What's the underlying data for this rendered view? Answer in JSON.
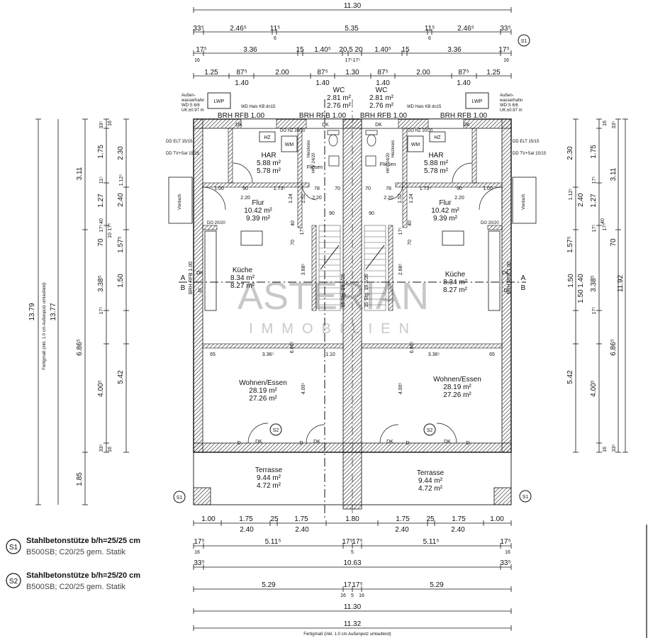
{
  "watermark": {
    "line1": "ASTERIAN",
    "line2": "IMMOBILIEN"
  },
  "dims_top": {
    "overall": "11.30",
    "row1": [
      "33⁵",
      "2.46⁵",
      "11⁵",
      "5.35",
      "11⁵",
      "2.46⁵",
      "33⁵"
    ],
    "row1_sub": [
      "6",
      "6"
    ],
    "row2": [
      "17⁵",
      "3.36",
      "15",
      "1.40⁵",
      "20.5",
      "20",
      "1.40⁵",
      "15",
      "3.36",
      "17⁵"
    ],
    "row2_sub": [
      "16",
      "17⁵",
      "17⁵",
      "16"
    ],
    "row3": [
      "1.25",
      "87⁵",
      "2.00",
      "87⁵",
      "1.30",
      "87⁵",
      "2.00",
      "87⁵",
      "1.25"
    ],
    "row3_sub": [
      "1.40",
      "1.40",
      "1.40",
      "1.40"
    ]
  },
  "dims_bottom": {
    "row1": [
      "1.00",
      "1.75",
      "25",
      "1.75",
      "1.80",
      "1.75",
      "25",
      "1.75",
      "1.00"
    ],
    "row1_sub": [
      "2.40",
      "2.40",
      "2.40",
      "2.40"
    ],
    "row2": [
      "17⁵",
      "5.11⁵",
      "17⁵",
      "17⁵",
      "5.11⁵",
      "17⁵"
    ],
    "row2_sub": [
      "16",
      "5",
      "16"
    ],
    "row3": [
      "33⁵",
      "10.63",
      "33⁵"
    ],
    "row4": [
      "5.29",
      "17",
      "17⁵",
      "5.29"
    ],
    "row4_sub": [
      "16",
      "5",
      "16"
    ],
    "row5": "11.30",
    "row6": "11.32",
    "fertigmass": "Fertigmaß (inkl. 1.0 cm Außenputz umlaufend)"
  },
  "dims_left": {
    "outer1": "13.79",
    "outer2": "13.77",
    "outer_label": "Fertigmaß (inkl. 1.0 cm Außenputz umlaufend)",
    "col_a": [
      "3.11",
      "6.86⁵",
      "1.85"
    ],
    "col_b": [
      "33⁵",
      "1.75",
      "1.27",
      "70",
      "3.38⁵",
      "4.00⁵",
      "33⁵"
    ],
    "col_b_small": [
      "11⁵",
      "40",
      "17⁵",
      "17⁵"
    ],
    "col_c": [
      "2.30",
      "2.40",
      "1.57⁵",
      "1.50",
      "5.42"
    ],
    "col_c_small": [
      "16",
      "1.12⁵",
      "17⁵",
      "10",
      "16"
    ]
  },
  "dims_right": {
    "outer": "11.92",
    "col_a": [
      "33⁵",
      "3.11",
      "70",
      "3.38⁵",
      "6.86⁵",
      "33⁵"
    ],
    "col_b": [
      "1.75",
      "1.27",
      "1.40",
      "1.50",
      "4.00⁵"
    ],
    "col_b_small": [
      "17⁵",
      "40",
      "17⁵",
      "17⁵"
    ],
    "col_c": [
      "2.30",
      "2.40",
      "1.57⁵",
      "1.50",
      "5.42"
    ],
    "col_c_small": [
      "16",
      "1.12⁵",
      "17⁵",
      "16"
    ]
  },
  "rooms_left": {
    "har": {
      "name": "HAR",
      "a1": "5.88 m²",
      "a2": "5.78 m²"
    },
    "wc": {
      "name": "WC",
      "a1": "2.81 m²",
      "a2": "2.76 m²"
    },
    "flur": {
      "name": "Flur",
      "a1": "10.42 m²",
      "a2": "9.39 m²"
    },
    "kueche": {
      "name": "Küche",
      "a1": "8.34 m²",
      "a2": "8.27 m²"
    },
    "wohnen": {
      "name": "Wohnen/Essen",
      "a1": "28.19 m²",
      "a2": "27.26 m²"
    },
    "terrasse": {
      "name": "Terrasse",
      "a1": "9.44 m²",
      "a2": "4.72 m²"
    }
  },
  "rooms_right": {
    "har": {
      "name": "HAR",
      "a1": "5.88 m²",
      "a2": "5.78 m²"
    },
    "wc": {
      "name": "WC",
      "a1": "2.81 m²",
      "a2": "2.76 m²"
    },
    "flur": {
      "name": "Flur",
      "a1": "10.42 m²",
      "a2": "9.39 m²"
    },
    "kueche": {
      "name": "Küche",
      "a1": "8.34 m²",
      "a2": "8.27 m²"
    },
    "wohnen": {
      "name": "Wohnen/Essen",
      "a1": "28.19 m²",
      "a2": "27.26 m²"
    },
    "terrasse": {
      "name": "Terrasse",
      "a1": "9.44 m²",
      "a2": "4.72 m²"
    }
  },
  "interior_dims": {
    "brh_rfb_1": "BRH RFB 1.00",
    "brh_rfb_2": "BRH RFB 1.00",
    "brh_rfb_3": "BRH RFB 1.00",
    "brh_rfb_4": "BRH RFB 1.00",
    "brh_side_l": "BRH RFB 1.00",
    "brh_side_r": "BRH RFB 1.00",
    "w100_l": "1.00",
    "w173_l": "1.73⁵",
    "w90_l": "90",
    "w220_l": "2.20",
    "w124_l": "1.24",
    "w152_l": "1.52",
    "w78_l": "78",
    "w70_l": "70",
    "w220b_l": "2.20",
    "w100_r": "1.00",
    "w173_r": "1.73⁵",
    "w90_r": "90",
    "w220_r": "2.20",
    "w124_r": "1.24",
    "w152_r": "1.52",
    "w78_r": "78",
    "w70_r": "70",
    "w220b_r": "2.20",
    "w90_stair_l": "90",
    "w90_stair_r": "90",
    "w40_l": "40",
    "w70s_l": "70",
    "w17_l": "17⁵",
    "w40_r": "40",
    "w70s_r": "70",
    "w17_r": "17⁵",
    "w368_l": "3.68⁵",
    "w268_r": "2.68⁵",
    "w65_l": "65",
    "w336_l": "3.36⁵",
    "w110": "1.10",
    "w336_r": "3.36⁵",
    "w65_r": "65",
    "w686_l": "6.86⁵",
    "w400_l": "4.00⁵",
    "w686_r": "6.86⁵",
    "w400_r": "4.00⁵",
    "stair_l": "15 Stg. 19.1/26",
    "stair_r": "15 Stg. 19.1/26",
    "ab_a": "A",
    "ab_b": "B",
    "ab_a2": "A",
    "ab_b2": "B"
  },
  "fixtures": {
    "lwp": "LWP",
    "hz": "HZ",
    "wm": "WM",
    "dk": "DK",
    "d": "D",
    "fliesen": "Fliesen",
    "vordach": "Vordach",
    "aussenwasserhahn": "Außen-",
    "aussenwasserhahn2": "wasserhahn",
    "aussenwasserhahn3": "WD:S 6/6",
    "aussenwasserhahn4": "UK:±0.97 m",
    "wd_hals": "WD Hals KB dn15",
    "dd_elt": "DD ELT 15/15",
    "dd_tv": "DD TV+Sat 15/15",
    "do_hz": "DO HZ 20/20",
    "do_2020": "DO 20/20",
    "heizkreis": "Heizkreis",
    "hkv": "HKV 24/20",
    "s1": "S1",
    "s2": "S2"
  },
  "legend": [
    {
      "symbol": "S1",
      "title": "Stahlbetonstütze b/h=25/25 cm",
      "sub": "B500SB; C20/25 gem. Statik"
    },
    {
      "symbol": "S2",
      "title": "Stahlbetonstütze b/h=25/20 cm",
      "sub": "B500SB; C20/25 gem. Statik"
    }
  ]
}
